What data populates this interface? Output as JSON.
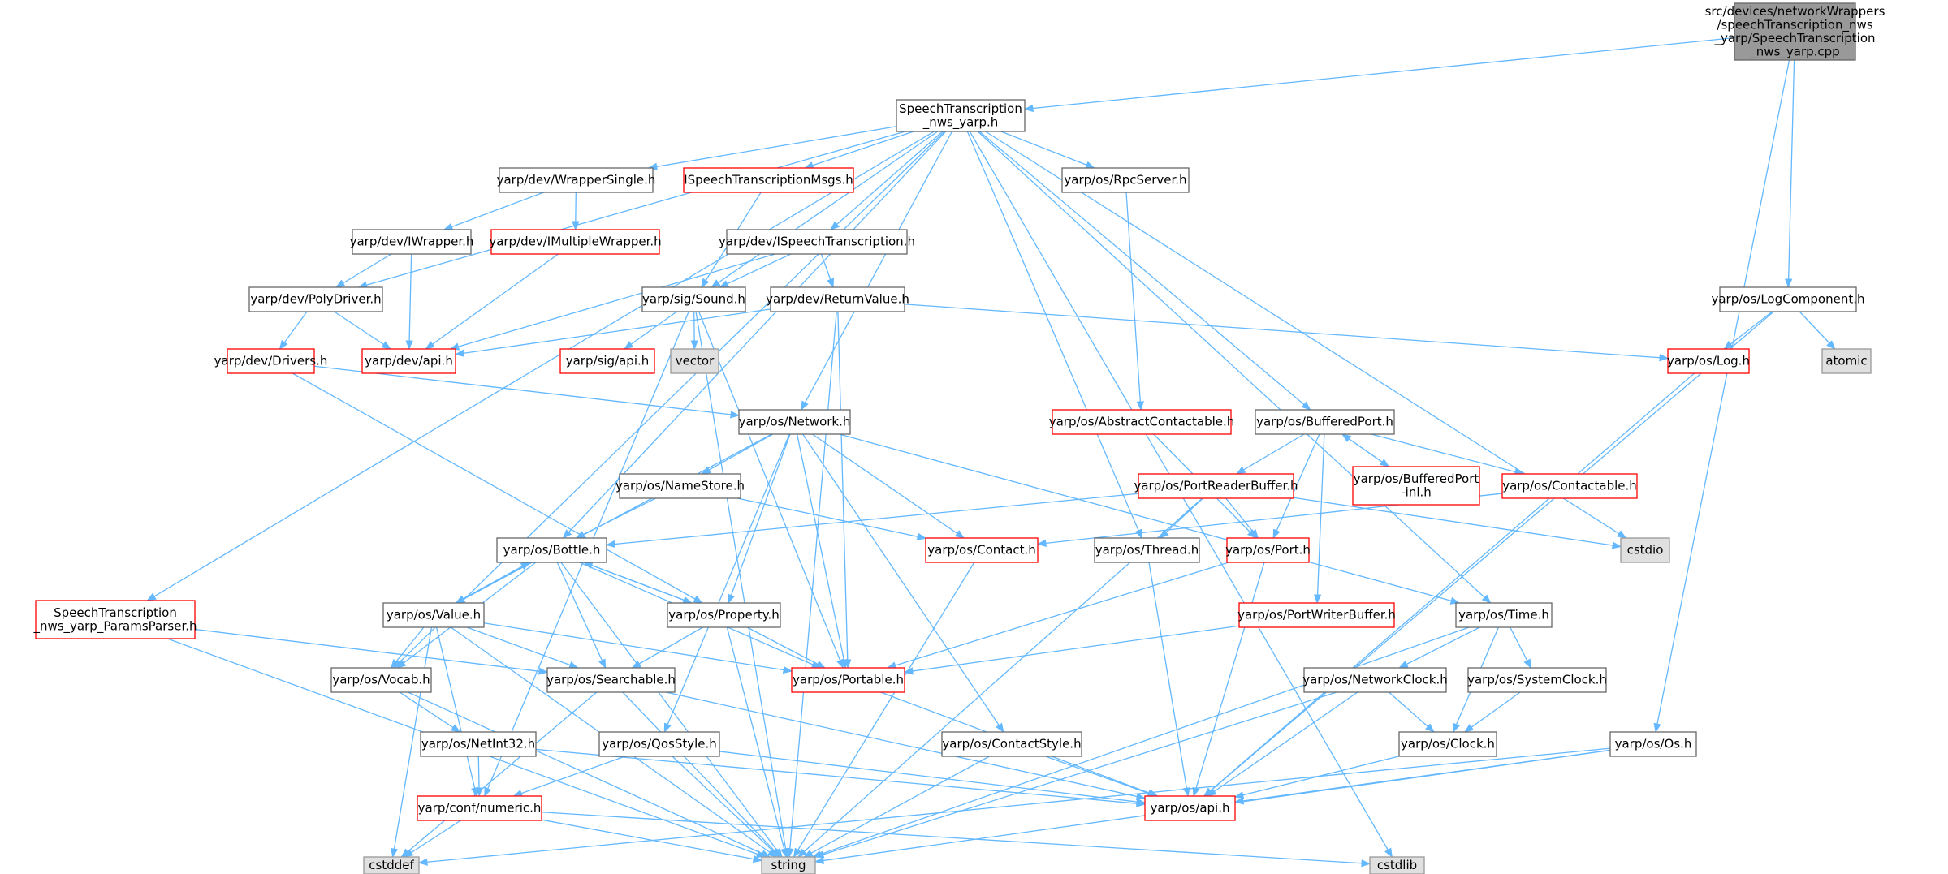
{
  "style": {
    "edge_color": "#63b8ff",
    "box_border_normal": "#666666",
    "box_border_missing": "#ff0000",
    "box_fill_normal": "#ffffff",
    "box_fill_root": "#999999",
    "box_fill_external": "#e0e0e0",
    "box_border_external": "#999999",
    "text_color": "#000000"
  },
  "nodes": [
    {
      "id": "root",
      "kind": "root",
      "lines": [
        "src/devices/networkWrappers",
        "/speechTranscription_nws",
        "_yarp/SpeechTranscription",
        "_nws_yarp.cpp"
      ]
    },
    {
      "id": "header",
      "kind": "normal",
      "lines": [
        "SpeechTranscription",
        "_nws_yarp.h"
      ]
    },
    {
      "id": "wrapper_single",
      "kind": "normal",
      "lines": [
        "yarp/dev/WrapperSingle.h"
      ]
    },
    {
      "id": "ispeech_msgs",
      "kind": "missing",
      "lines": [
        "ISpeechTranscriptionMsgs.h"
      ]
    },
    {
      "id": "rpcserver",
      "kind": "normal",
      "lines": [
        "yarp/os/RpcServer.h"
      ]
    },
    {
      "id": "iwrapper",
      "kind": "normal",
      "lines": [
        "yarp/dev/IWrapper.h"
      ]
    },
    {
      "id": "imultiple",
      "kind": "missing",
      "lines": [
        "yarp/dev/IMultipleWrapper.h"
      ]
    },
    {
      "id": "ispeech",
      "kind": "normal",
      "lines": [
        "yarp/dev/ISpeechTranscription.h"
      ]
    },
    {
      "id": "polydriver",
      "kind": "normal",
      "lines": [
        "yarp/dev/PolyDriver.h"
      ]
    },
    {
      "id": "sound",
      "kind": "normal",
      "lines": [
        "yarp/sig/Sound.h"
      ]
    },
    {
      "id": "returnvalue",
      "kind": "normal",
      "lines": [
        "yarp/dev/ReturnValue.h"
      ]
    },
    {
      "id": "logcomponent",
      "kind": "normal",
      "lines": [
        "yarp/os/LogComponent.h"
      ]
    },
    {
      "id": "drivers",
      "kind": "missing",
      "lines": [
        "yarp/dev/Drivers.h"
      ]
    },
    {
      "id": "devapi",
      "kind": "missing",
      "lines": [
        "yarp/dev/api.h"
      ]
    },
    {
      "id": "sigapi",
      "kind": "missing",
      "lines": [
        "yarp/sig/api.h"
      ]
    },
    {
      "id": "vector",
      "kind": "external",
      "lines": [
        "vector"
      ]
    },
    {
      "id": "log",
      "kind": "missing",
      "lines": [
        "yarp/os/Log.h"
      ]
    },
    {
      "id": "atomic",
      "kind": "external",
      "lines": [
        "atomic"
      ]
    },
    {
      "id": "network",
      "kind": "normal",
      "lines": [
        "yarp/os/Network.h"
      ]
    },
    {
      "id": "abstractcontactable",
      "kind": "missing",
      "lines": [
        "yarp/os/AbstractContactable.h"
      ]
    },
    {
      "id": "bufferedport",
      "kind": "normal",
      "lines": [
        "yarp/os/BufferedPort.h"
      ]
    },
    {
      "id": "namestore",
      "kind": "normal",
      "lines": [
        "yarp/os/NameStore.h"
      ]
    },
    {
      "id": "portreaderbuffer",
      "kind": "missing",
      "lines": [
        "yarp/os/PortReaderBuffer.h"
      ]
    },
    {
      "id": "bufferedport_inl",
      "kind": "missing",
      "lines": [
        "yarp/os/BufferedPort",
        "-inl.h"
      ]
    },
    {
      "id": "contactable",
      "kind": "missing",
      "lines": [
        "yarp/os/Contactable.h"
      ]
    },
    {
      "id": "bottle",
      "kind": "normal",
      "lines": [
        "yarp/os/Bottle.h"
      ]
    },
    {
      "id": "contact",
      "kind": "missing",
      "lines": [
        "yarp/os/Contact.h"
      ]
    },
    {
      "id": "thread",
      "kind": "normal",
      "lines": [
        "yarp/os/Thread.h"
      ]
    },
    {
      "id": "port",
      "kind": "missing",
      "lines": [
        "yarp/os/Port.h"
      ]
    },
    {
      "id": "cstdio",
      "kind": "external",
      "lines": [
        "cstdio"
      ]
    },
    {
      "id": "paramsparser",
      "kind": "missing",
      "lines": [
        "SpeechTranscription",
        "_nws_yarp_ParamsParser.h"
      ]
    },
    {
      "id": "value",
      "kind": "normal",
      "lines": [
        "yarp/os/Value.h"
      ]
    },
    {
      "id": "property",
      "kind": "normal",
      "lines": [
        "yarp/os/Property.h"
      ]
    },
    {
      "id": "portwriterbuffer",
      "kind": "missing",
      "lines": [
        "yarp/os/PortWriterBuffer.h"
      ]
    },
    {
      "id": "time",
      "kind": "normal",
      "lines": [
        "yarp/os/Time.h"
      ]
    },
    {
      "id": "vocab",
      "kind": "normal",
      "lines": [
        "yarp/os/Vocab.h"
      ]
    },
    {
      "id": "searchable",
      "kind": "normal",
      "lines": [
        "yarp/os/Searchable.h"
      ]
    },
    {
      "id": "portable",
      "kind": "missing",
      "lines": [
        "yarp/os/Portable.h"
      ]
    },
    {
      "id": "networkclock",
      "kind": "normal",
      "lines": [
        "yarp/os/NetworkClock.h"
      ]
    },
    {
      "id": "systemclock",
      "kind": "normal",
      "lines": [
        "yarp/os/SystemClock.h"
      ]
    },
    {
      "id": "netint32",
      "kind": "normal",
      "lines": [
        "yarp/os/NetInt32.h"
      ]
    },
    {
      "id": "qosstyle",
      "kind": "normal",
      "lines": [
        "yarp/os/QosStyle.h"
      ]
    },
    {
      "id": "contactstyle",
      "kind": "normal",
      "lines": [
        "yarp/os/ContactStyle.h"
      ]
    },
    {
      "id": "clock",
      "kind": "normal",
      "lines": [
        "yarp/os/Clock.h"
      ]
    },
    {
      "id": "os",
      "kind": "normal",
      "lines": [
        "yarp/os/Os.h"
      ]
    },
    {
      "id": "numeric",
      "kind": "missing",
      "lines": [
        "yarp/conf/numeric.h"
      ]
    },
    {
      "id": "osapi",
      "kind": "missing",
      "lines": [
        "yarp/os/api.h"
      ]
    },
    {
      "id": "cstddef",
      "kind": "external",
      "lines": [
        "cstddef"
      ]
    },
    {
      "id": "string",
      "kind": "external",
      "lines": [
        "string"
      ]
    },
    {
      "id": "cstdlib",
      "kind": "external",
      "lines": [
        "cstdlib"
      ]
    }
  ],
  "edges": [
    [
      "root",
      "header"
    ],
    [
      "root",
      "logcomponent"
    ],
    [
      "root",
      "os"
    ],
    [
      "header",
      "wrapper_single"
    ],
    [
      "header",
      "ispeech_msgs"
    ],
    [
      "header",
      "rpcserver"
    ],
    [
      "header",
      "ispeech"
    ],
    [
      "header",
      "polydriver"
    ],
    [
      "header",
      "sound"
    ],
    [
      "header",
      "network"
    ],
    [
      "header",
      "bufferedport"
    ],
    [
      "header",
      "bottle"
    ],
    [
      "header",
      "thread"
    ],
    [
      "header",
      "time"
    ],
    [
      "header",
      "vocab"
    ],
    [
      "header",
      "paramsparser"
    ],
    [
      "header",
      "cstdio"
    ],
    [
      "header",
      "cstdlib"
    ],
    [
      "wrapper_single",
      "iwrapper"
    ],
    [
      "wrapper_single",
      "imultiple"
    ],
    [
      "iwrapper",
      "polydriver"
    ],
    [
      "iwrapper",
      "devapi"
    ],
    [
      "imultiple",
      "devapi"
    ],
    [
      "ispeech_msgs",
      "sound"
    ],
    [
      "rpcserver",
      "abstractcontactable"
    ],
    [
      "ispeech",
      "sound"
    ],
    [
      "ispeech",
      "returnvalue"
    ],
    [
      "ispeech",
      "devapi"
    ],
    [
      "polydriver",
      "devapi"
    ],
    [
      "polydriver",
      "drivers"
    ],
    [
      "sound",
      "sigapi"
    ],
    [
      "sound",
      "vector"
    ],
    [
      "sound",
      "portable"
    ],
    [
      "sound",
      "string"
    ],
    [
      "sound",
      "numeric"
    ],
    [
      "returnvalue",
      "devapi"
    ],
    [
      "returnvalue",
      "log"
    ],
    [
      "returnvalue",
      "portable"
    ],
    [
      "returnvalue",
      "string"
    ],
    [
      "drivers",
      "network"
    ],
    [
      "drivers",
      "property"
    ],
    [
      "logcomponent",
      "log"
    ],
    [
      "logcomponent",
      "atomic"
    ],
    [
      "logcomponent",
      "osapi"
    ],
    [
      "log",
      "osapi"
    ],
    [
      "network",
      "namestore"
    ],
    [
      "network",
      "value"
    ],
    [
      "network",
      "property"
    ],
    [
      "network",
      "contact"
    ],
    [
      "network",
      "portable"
    ],
    [
      "network",
      "qosstyle"
    ],
    [
      "network",
      "contactstyle"
    ],
    [
      "network",
      "time"
    ],
    [
      "abstractcontactable",
      "port"
    ],
    [
      "bufferedport",
      "portreaderbuffer"
    ],
    [
      "bufferedport",
      "bufferedport_inl"
    ],
    [
      "bufferedport",
      "contactable"
    ],
    [
      "bufferedport",
      "port"
    ],
    [
      "bufferedport",
      "portwriterbuffer"
    ],
    [
      "bufferedport_inl",
      "bufferedport"
    ],
    [
      "namestore",
      "bottle"
    ],
    [
      "namestore",
      "contact"
    ],
    [
      "portreaderbuffer",
      "bottle"
    ],
    [
      "portreaderbuffer",
      "thread"
    ],
    [
      "portreaderbuffer",
      "port"
    ],
    [
      "portreaderbuffer",
      "cstdio"
    ],
    [
      "portreaderbuffer",
      "string"
    ],
    [
      "contactable",
      "contact"
    ],
    [
      "bottle",
      "value"
    ],
    [
      "bottle",
      "property"
    ],
    [
      "bottle",
      "searchable"
    ],
    [
      "bottle",
      "portable"
    ],
    [
      "bottle",
      "vocab"
    ],
    [
      "bottle",
      "string"
    ],
    [
      "value",
      "bottle"
    ],
    [
      "value",
      "vocab"
    ],
    [
      "value",
      "searchable"
    ],
    [
      "value",
      "portable"
    ],
    [
      "value",
      "numeric"
    ],
    [
      "value",
      "string"
    ],
    [
      "value",
      "cstddef"
    ],
    [
      "property",
      "bottle"
    ],
    [
      "property",
      "searchable"
    ],
    [
      "property",
      "portable"
    ],
    [
      "property",
      "string"
    ],
    [
      "contact",
      "string"
    ],
    [
      "thread",
      "osapi"
    ],
    [
      "port",
      "portable"
    ],
    [
      "port",
      "osapi"
    ],
    [
      "paramsparser",
      "searchable"
    ],
    [
      "paramsparser",
      "string"
    ],
    [
      "portwriterbuffer",
      "portable"
    ],
    [
      "time",
      "networkclock"
    ],
    [
      "time",
      "systemclock"
    ],
    [
      "time",
      "clock"
    ],
    [
      "time",
      "string"
    ],
    [
      "vocab",
      "netint32"
    ],
    [
      "vocab",
      "string"
    ],
    [
      "searchable",
      "osapi"
    ],
    [
      "searchable",
      "string"
    ],
    [
      "searchable",
      "cstddef"
    ],
    [
      "portable",
      "osapi"
    ],
    [
      "networkclock",
      "clock"
    ],
    [
      "networkclock",
      "osapi"
    ],
    [
      "networkclock",
      "string"
    ],
    [
      "systemclock",
      "clock"
    ],
    [
      "netint32",
      "numeric"
    ],
    [
      "netint32",
      "osapi"
    ],
    [
      "qosstyle",
      "numeric"
    ],
    [
      "qosstyle",
      "osapi"
    ],
    [
      "qosstyle",
      "string"
    ],
    [
      "contactstyle",
      "osapi"
    ],
    [
      "contactstyle",
      "string"
    ],
    [
      "clock",
      "osapi"
    ],
    [
      "os",
      "osapi"
    ],
    [
      "os",
      "string"
    ],
    [
      "os",
      "cstddef"
    ],
    [
      "numeric",
      "string"
    ],
    [
      "numeric",
      "cstddef"
    ],
    [
      "numeric",
      "cstdlib"
    ]
  ]
}
